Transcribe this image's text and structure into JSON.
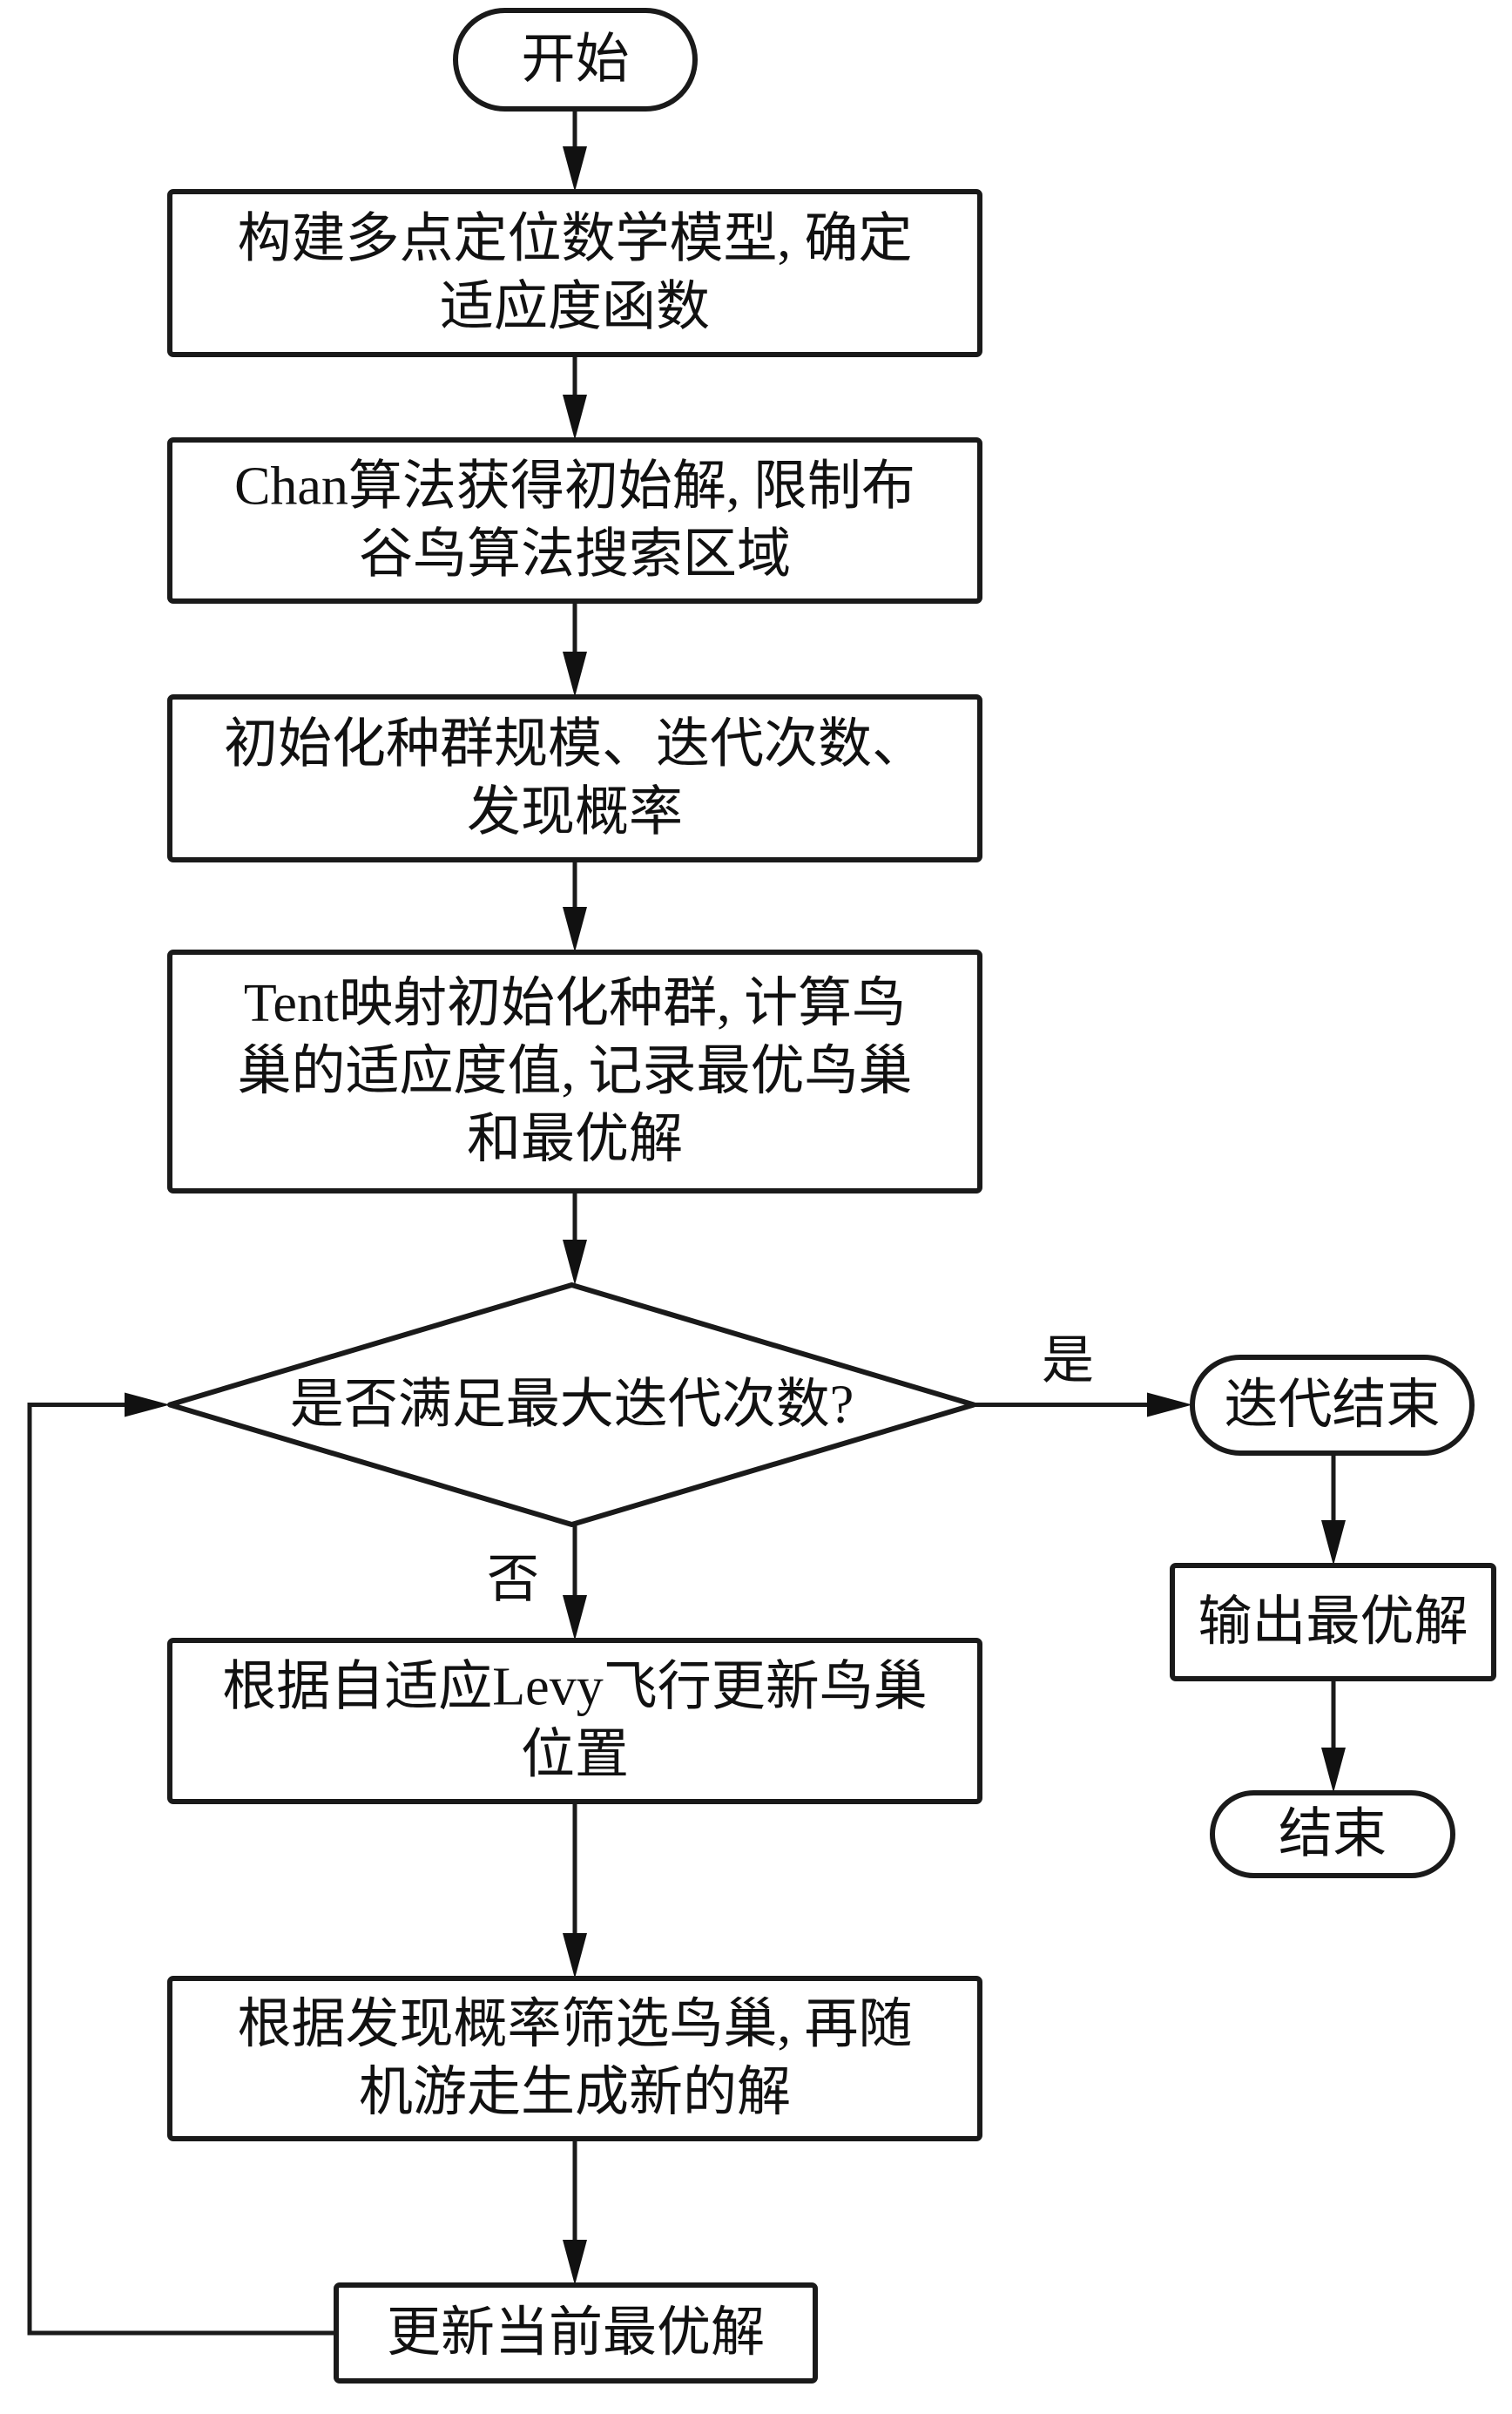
{
  "figure": {
    "type": "flowchart",
    "colors": {
      "stroke": "#1a1a1a",
      "fill": "#ffffff",
      "text": "#111111"
    }
  },
  "nodes": {
    "start": {
      "shape": "terminal",
      "lines": [
        "开始"
      ]
    },
    "build_model": {
      "shape": "process",
      "lines": [
        "构建多点定位数学模型, 确定",
        "适应度函数"
      ]
    },
    "chan_init": {
      "shape": "process",
      "lines": [
        "Chan算法获得初始解, 限制布",
        "谷鸟算法搜索区域"
      ]
    },
    "init_params": {
      "shape": "process",
      "lines": [
        "初始化种群规模、迭代次数、",
        "发现概率"
      ]
    },
    "tent_init": {
      "shape": "process",
      "lines": [
        "Tent映射初始化种群, 计算鸟",
        "巢的适应度值, 记录最优鸟巢",
        "和最优解"
      ]
    },
    "decision": {
      "shape": "decision",
      "lines": [
        "是否满足最大迭代次数?"
      ]
    },
    "levy_update": {
      "shape": "process",
      "lines": [
        "根据自适应Levy飞行更新鸟巢",
        "位置"
      ]
    },
    "discover_filter": {
      "shape": "process",
      "lines": [
        "根据发现概率筛选鸟巢, 再随",
        "机游走生成新的解"
      ]
    },
    "update_best": {
      "shape": "process",
      "lines": [
        "更新当前最优解"
      ]
    },
    "iter_end": {
      "shape": "terminal",
      "lines": [
        "迭代结束"
      ]
    },
    "output_best": {
      "shape": "process",
      "lines": [
        "输出最优解"
      ]
    },
    "end": {
      "shape": "terminal",
      "lines": [
        "结束"
      ]
    }
  },
  "edges": [
    {
      "from": "start",
      "to": "build_model",
      "label": ""
    },
    {
      "from": "build_model",
      "to": "chan_init",
      "label": ""
    },
    {
      "from": "chan_init",
      "to": "init_params",
      "label": ""
    },
    {
      "from": "init_params",
      "to": "tent_init",
      "label": ""
    },
    {
      "from": "tent_init",
      "to": "decision",
      "label": ""
    },
    {
      "from": "decision",
      "to": "iter_end",
      "label": "是"
    },
    {
      "from": "decision",
      "to": "levy_update",
      "label": "否"
    },
    {
      "from": "levy_update",
      "to": "discover_filter",
      "label": ""
    },
    {
      "from": "discover_filter",
      "to": "update_best",
      "label": ""
    },
    {
      "from": "update_best",
      "to": "decision",
      "label": ""
    },
    {
      "from": "iter_end",
      "to": "output_best",
      "label": ""
    },
    {
      "from": "output_best",
      "to": "end",
      "label": ""
    }
  ],
  "branch_labels": {
    "yes": "是",
    "no": "否"
  }
}
